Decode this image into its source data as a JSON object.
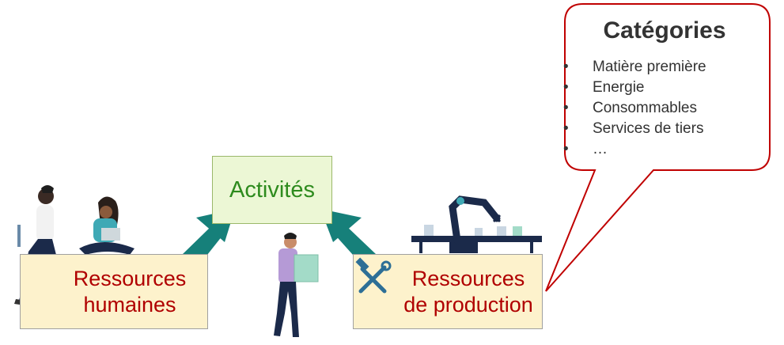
{
  "activities": {
    "label": "Activités"
  },
  "human_resources": {
    "label": "Ressources\nhumaines",
    "icon": "person-icon"
  },
  "production_resources": {
    "label": "Ressources\nde production",
    "icon": "tools-icon"
  },
  "callout": {
    "title": "Catégories",
    "items": [
      "Matière première",
      "Energie",
      "Consommables",
      "Services de tiers",
      "…"
    ]
  },
  "colors": {
    "arrow": "#16807a",
    "box_fill": "#fdf2cc",
    "activity_fill": "#ecf7d5",
    "activity_text": "#2e8b1e",
    "resource_text": "#b00000",
    "callout_border": "#c00000"
  }
}
